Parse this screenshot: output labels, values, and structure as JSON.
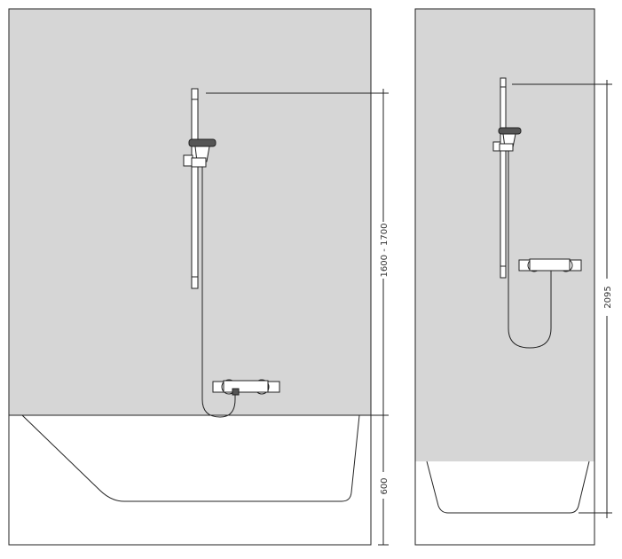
{
  "left_view": {
    "dimension_upper": "1600 - 1700",
    "dimension_lower": "600"
  },
  "right_view": {
    "dimension_total": "2095"
  },
  "colors": {
    "wall": "#d6d6d6",
    "line": "#222222",
    "background": "#ffffff"
  }
}
